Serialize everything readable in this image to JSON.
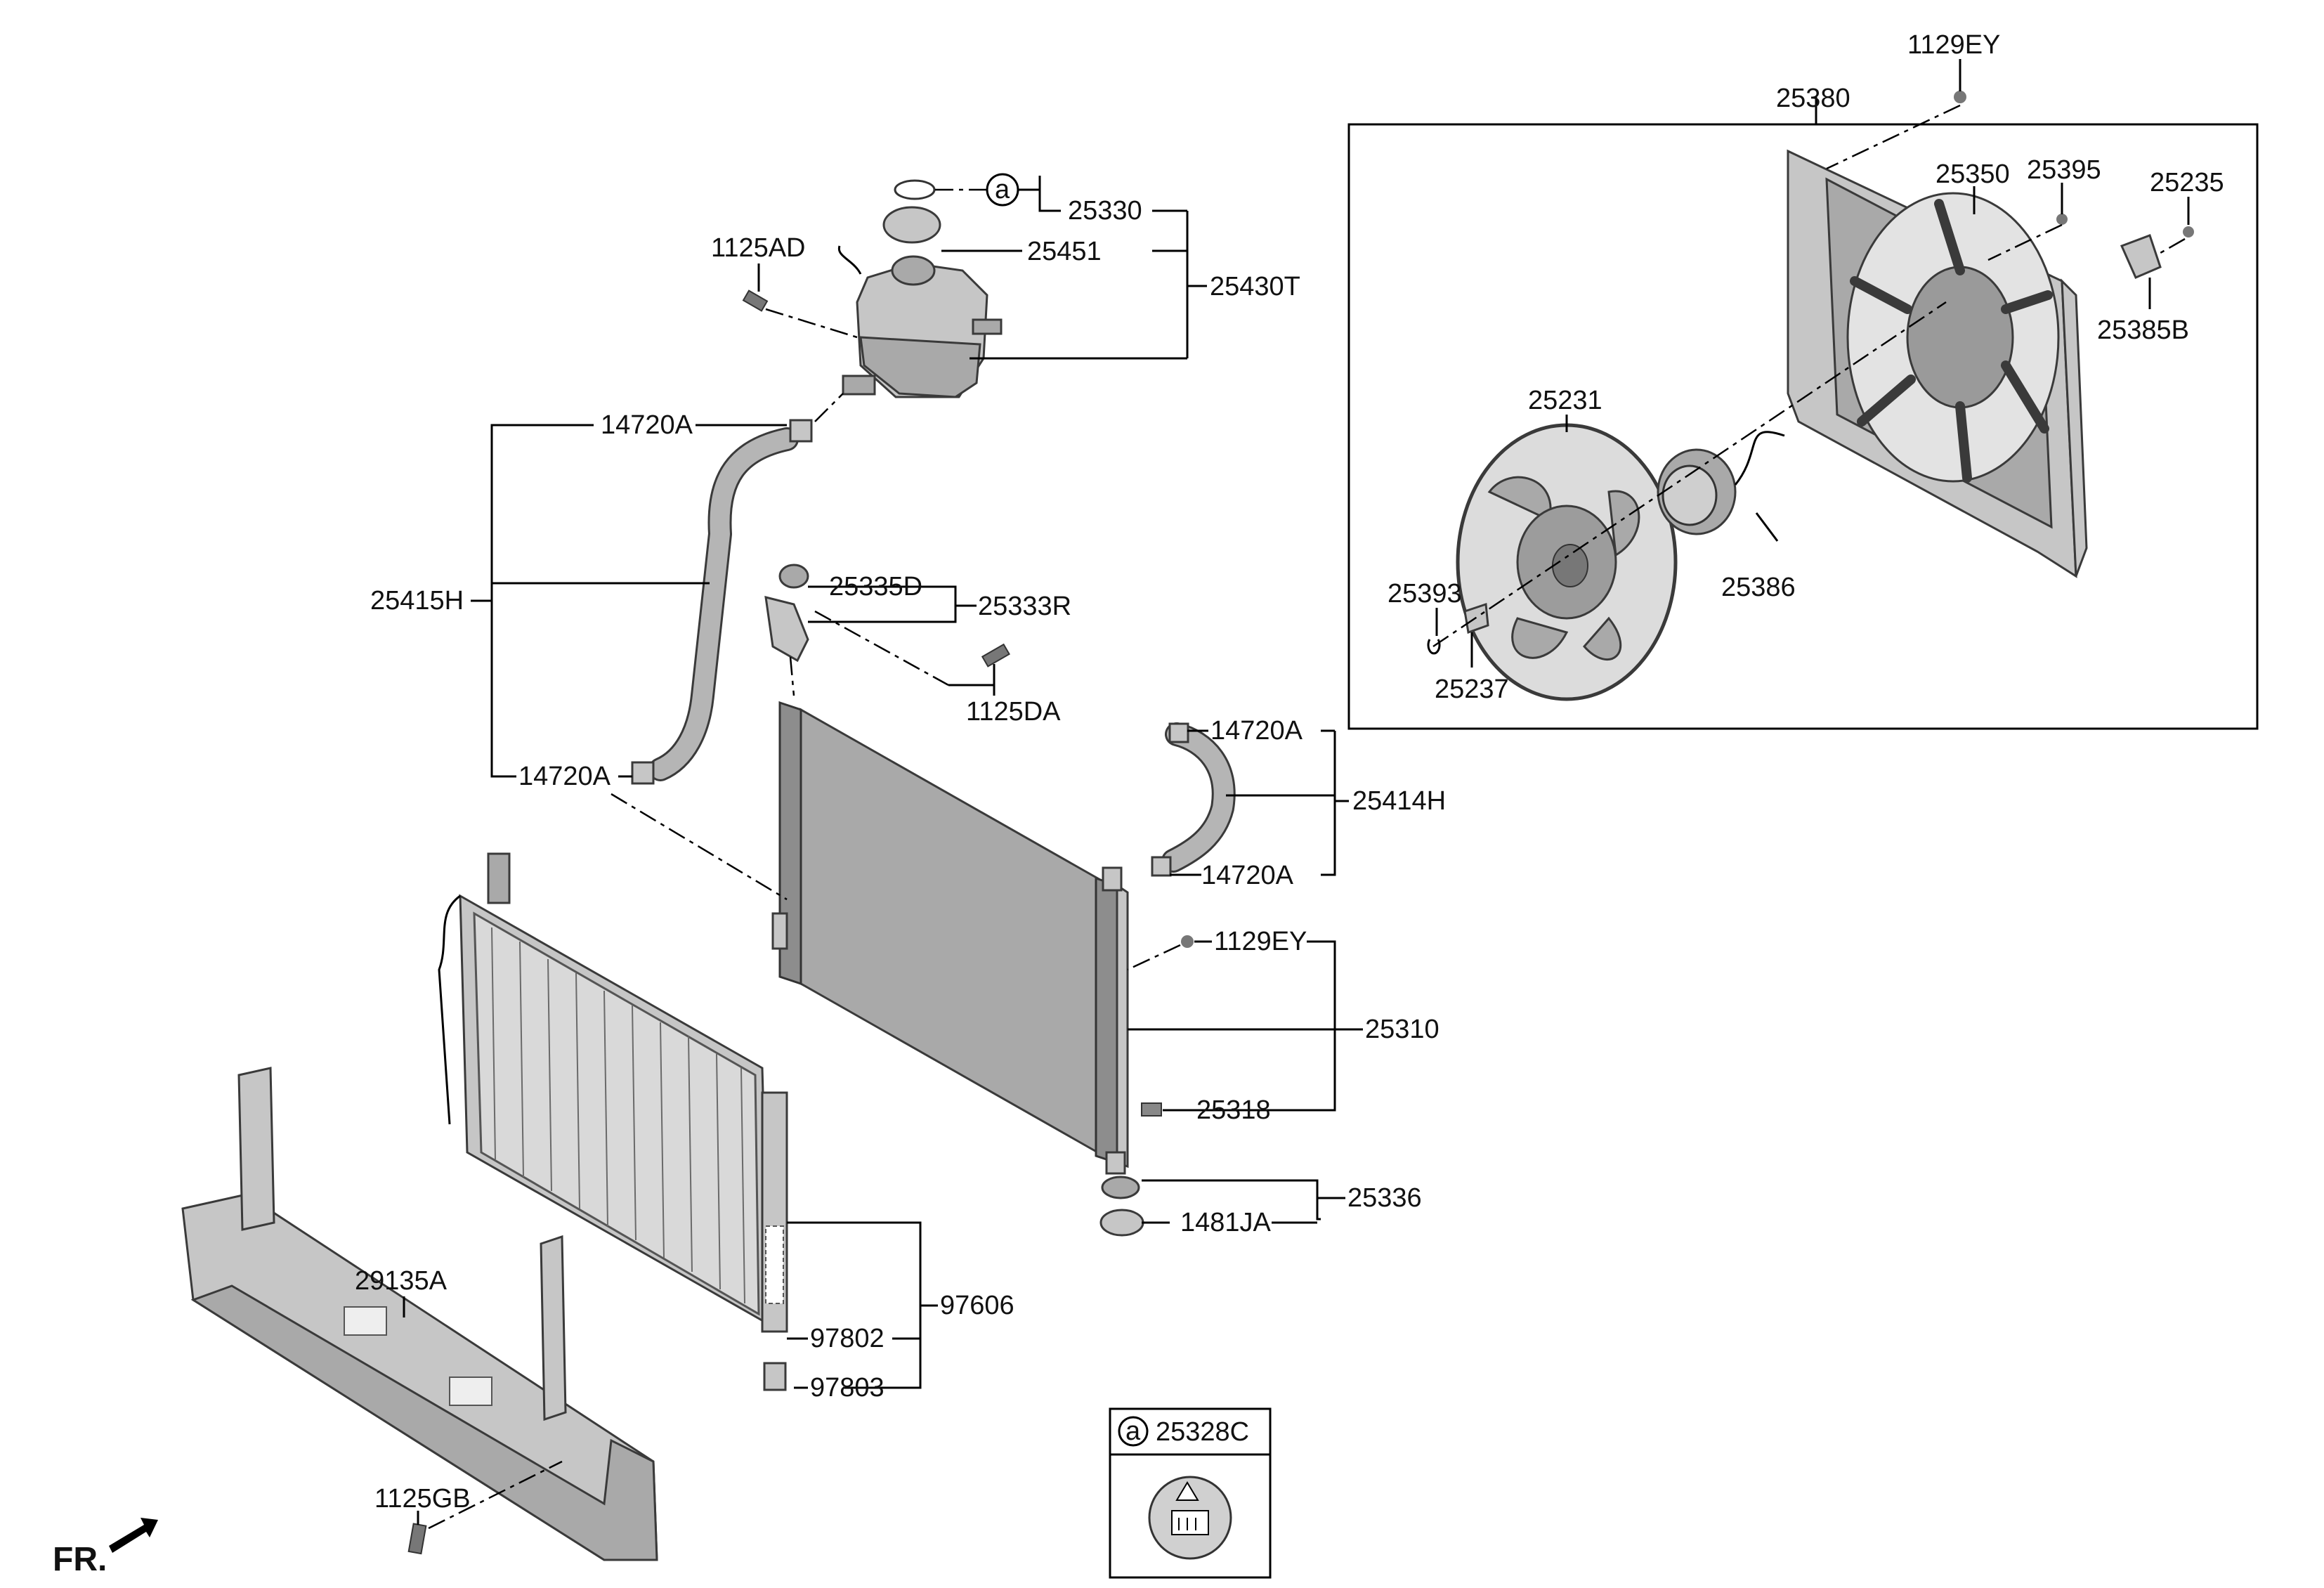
{
  "diagram": {
    "labels": {
      "p1129EY_top": "1129EY",
      "p25380": "25380",
      "p25350": "25350",
      "p25395": "25395",
      "p25235": "25235",
      "p25385B": "25385B",
      "p25231": "25231",
      "p25386": "25386",
      "p25393": "25393",
      "p25237": "25237",
      "p25330": "25330",
      "p25451": "25451",
      "p25430T": "25430T",
      "p1125AD": "1125AD",
      "p14720A_1": "14720A",
      "p25415H": "25415H",
      "p25335D": "25335D",
      "p25333R": "25333R",
      "p1125DA": "1125DA",
      "p14720A_2": "14720A",
      "p14720A_3": "14720A",
      "p25414H": "25414H",
      "p14720A_4": "14720A",
      "p1129EY_mid": "1129EY",
      "p25310": "25310",
      "p25318": "25318",
      "p25336": "25336",
      "p1481JA": "1481JA",
      "p29135A": "29135A",
      "p97606": "97606",
      "p97802": "97802",
      "p97803": "97803",
      "p1125GB": "1125GB",
      "p25328C": "25328C",
      "ref_a_1": "a",
      "ref_a_2": "a"
    },
    "direction_label": "FR."
  }
}
